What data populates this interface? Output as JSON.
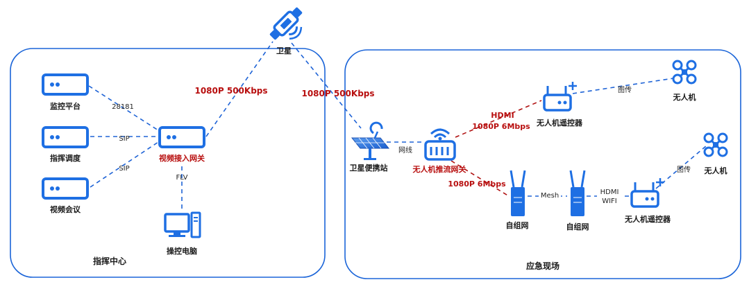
{
  "colors": {
    "accent_blue": "#1e6fe3",
    "link_blue": "#1e63d6",
    "highlight_red": "#b80f0f",
    "frame": "#1a64d8"
  },
  "regions": {
    "command_center": "指挥中心",
    "emergency_site": "应急现场"
  },
  "nodes": {
    "satellite": "卫星",
    "monitoring_platform": "监控平台",
    "command_dispatch": "指挥调度",
    "video_conference": "视频会议",
    "video_gateway": "视频接入网关",
    "control_pc": "操控电脑",
    "satellite_station": "卫星便携站",
    "uav_stream_gateway": "无人机推流网关",
    "uav_remote_top": "无人机遥控器",
    "uav_top": "无人机",
    "uav_remote_bottom": "无人机遥控器",
    "uav_bottom": "无人机",
    "mesh_a": "自组网",
    "mesh_b": "自组网"
  },
  "links": {
    "sat_left_rate": "1080P 500Kbps",
    "sat_right_rate": "1080P 500Kbps",
    "monitor_port": "28181",
    "dispatch_proto": "SIP",
    "conference_proto": "SIP",
    "pc_proto": "FLV",
    "station_cable": "网线",
    "hdmi_top_1": "HDMI",
    "hdmi_top_2": "1080P 6Mbps",
    "mesh_rate": "1080P 6Mbps",
    "mesh_label": "Mesh",
    "hdmi_bottom": "HDMI",
    "wifi_bottom": "WIFI",
    "video_link_top": "图传",
    "video_link_bottom": "图传"
  }
}
